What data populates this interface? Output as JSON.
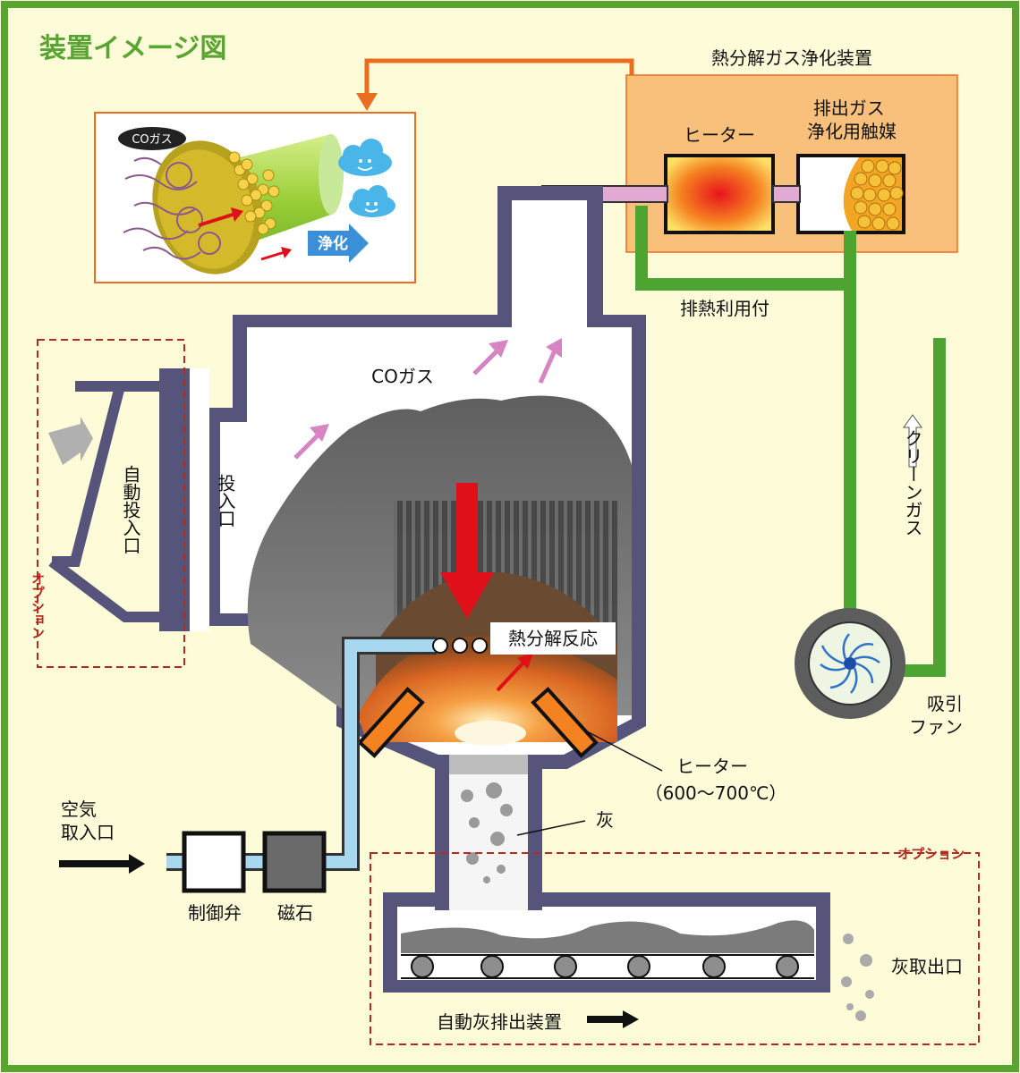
{
  "title": "装置イメージ図",
  "purifier": {
    "title": "熱分解ガス浄化装置",
    "heater_label": "ヒーター",
    "catalyst_label": "排出ガス\n浄化用触媒"
  },
  "inset": {
    "co_badge": "COガス",
    "purify_label": "浄化"
  },
  "labels": {
    "exhaust_heat": "排熱利用付",
    "co_gas": "COガス",
    "inlet": "投入口",
    "auto_inlet": "自動投入口",
    "option": "オプション",
    "pyrolysis": "熱分解反応",
    "heater": "ヒーター",
    "heater_temp": "（600～700℃）",
    "ash": "灰",
    "air_intake": "空気\n取入口",
    "valve": "制御弁",
    "magnet": "磁石",
    "clean_gas": "クリーンガス",
    "fan": "吸引\nファン",
    "ash_outlet": "灰取出口",
    "ash_device": "自動灰排出装置"
  },
  "colors": {
    "frame_green": "#5aa532",
    "bg_cream": "#fdfbd8",
    "wall_purple": "#56547a",
    "purifier_orange": "#f8c07a",
    "pipe_green": "#4ea431",
    "option_red": "#b52a1f",
    "arrow_red": "#e0101a"
  }
}
